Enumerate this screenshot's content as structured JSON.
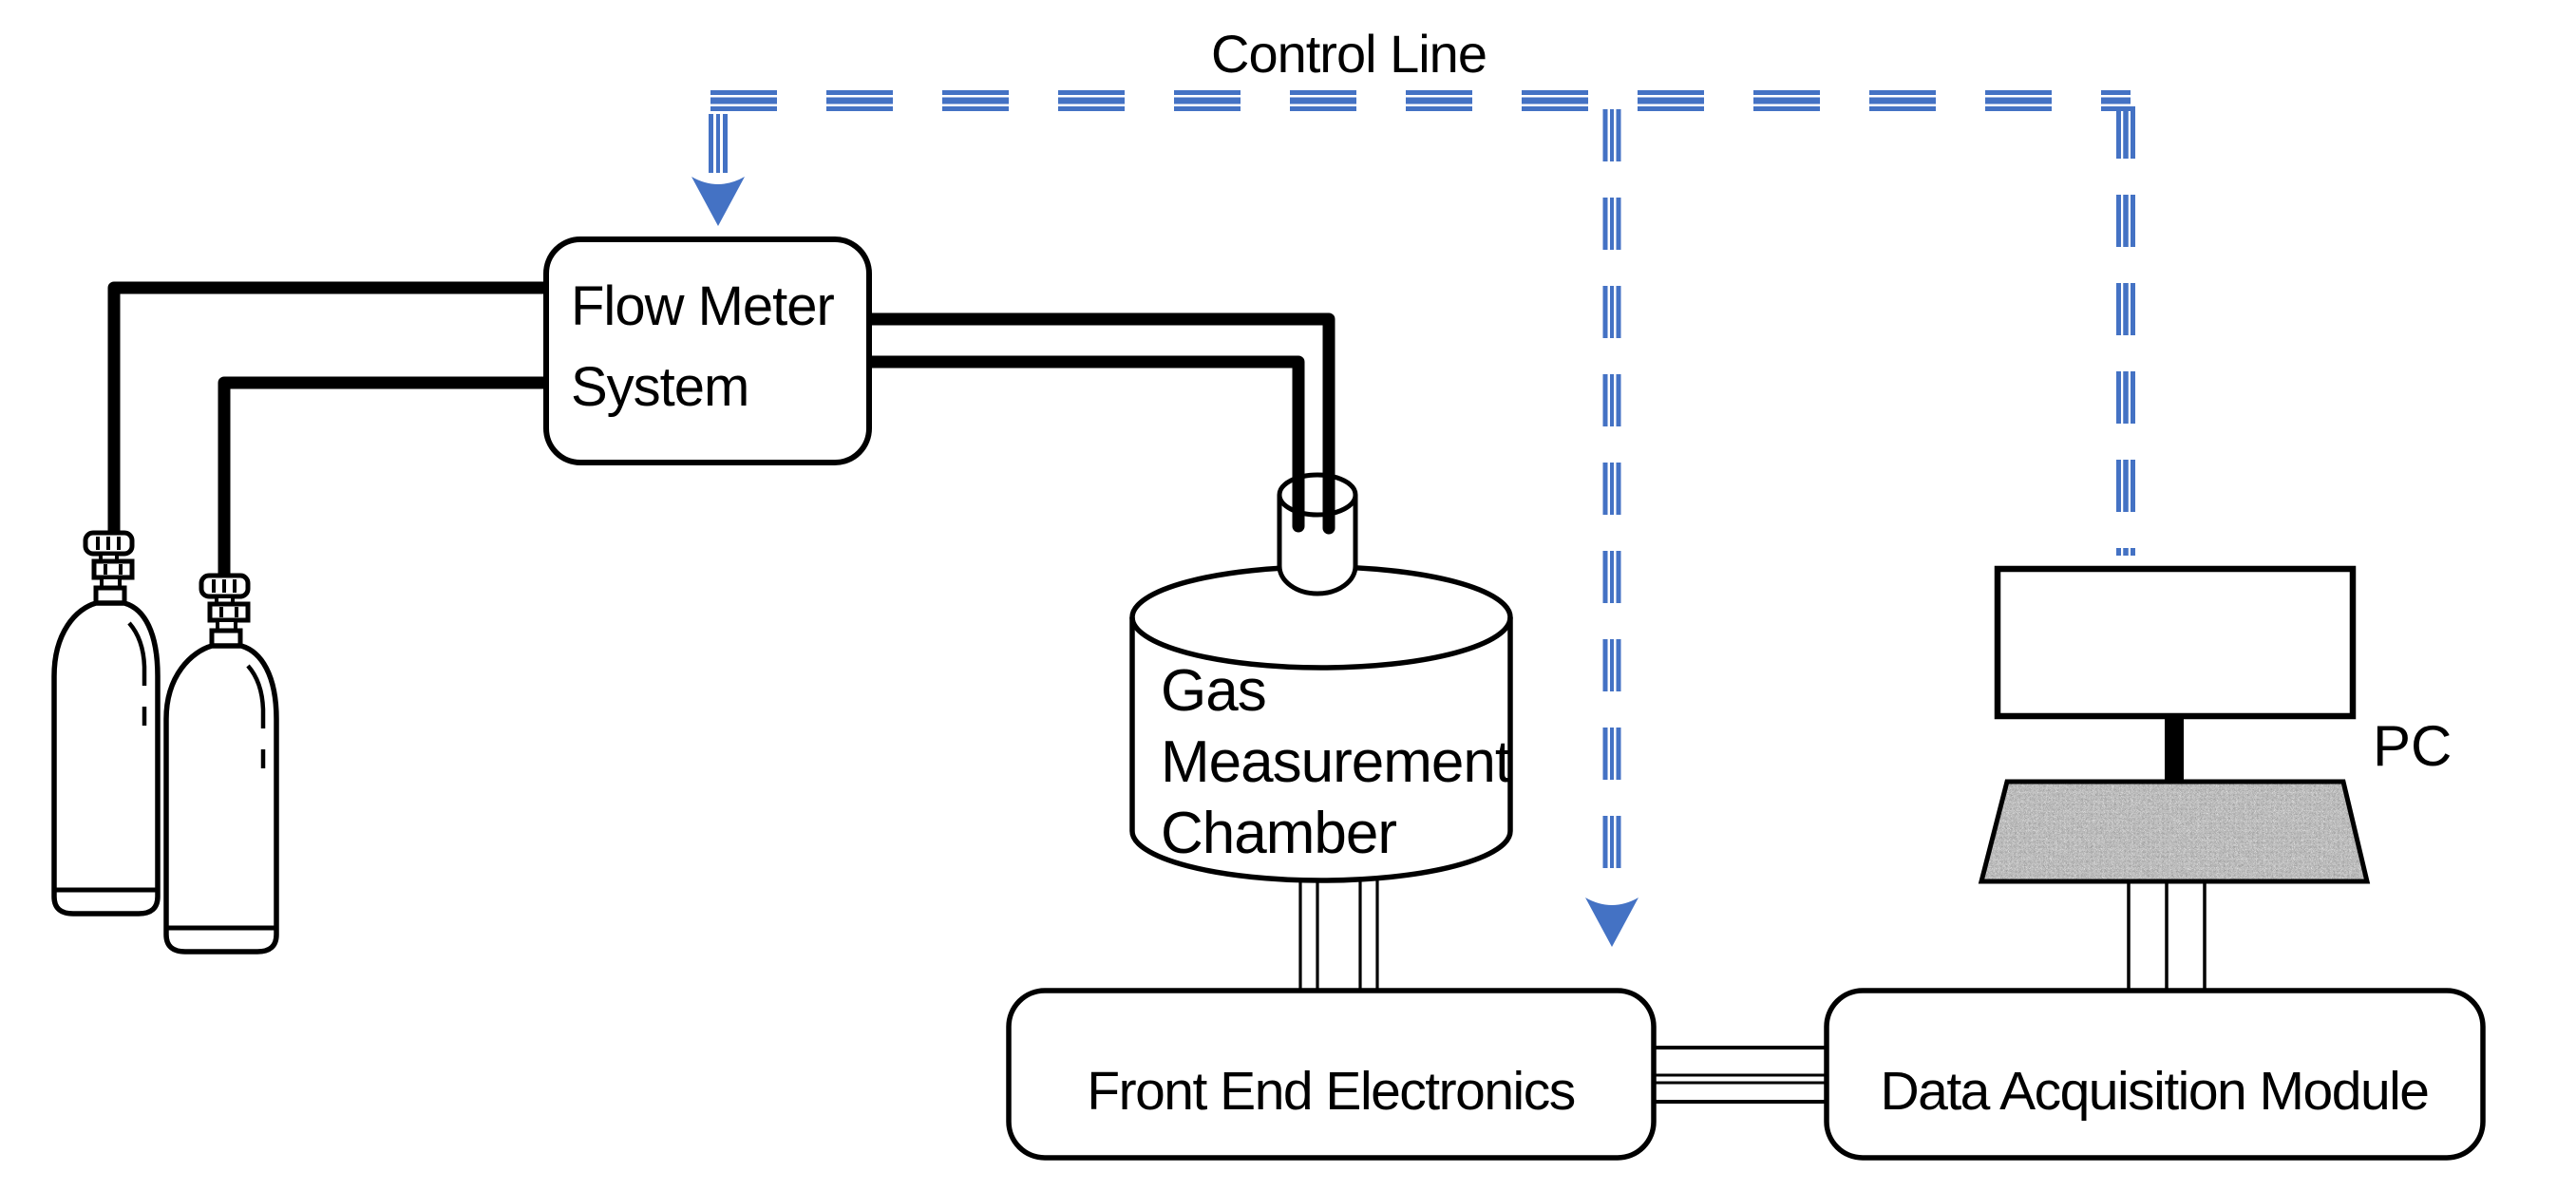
{
  "diagram": {
    "control_line": {
      "label": "Control Line"
    },
    "nodes": {
      "flow_meter": {
        "line1": "Flow Meter",
        "line2": "System"
      },
      "chamber": {
        "line1": "Gas",
        "line2": "Measurement",
        "line3": "Chamber"
      },
      "front_end": {
        "label": "Front End Electronics"
      },
      "daq": {
        "label": "Data Acquisition Module"
      },
      "pc": {
        "label": "PC"
      }
    },
    "colors": {
      "control_line_blue": "#4472C4",
      "outline_black": "#000000",
      "keyboard_gray": "#909090",
      "background": "#ffffff"
    },
    "icons": {
      "gas_cylinder_left": "gas-cylinder",
      "gas_cylinder_right": "gas-cylinder",
      "monitor": "pc-monitor",
      "keyboard": "pc-keyboard",
      "arrow_down": "dashed-control-arrow"
    }
  }
}
